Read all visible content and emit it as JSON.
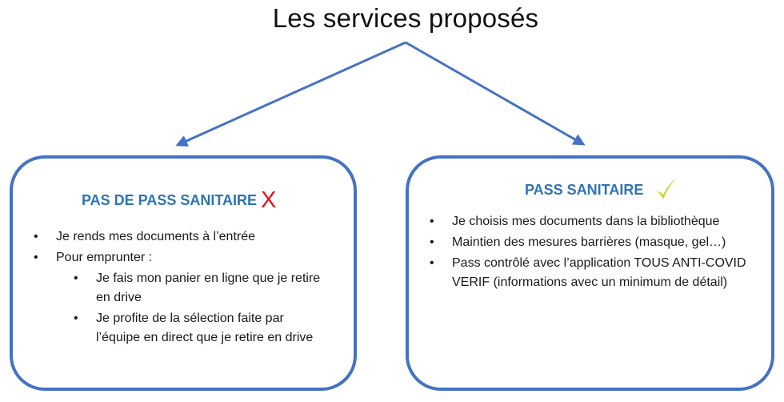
{
  "title": "Les services proposés",
  "colors": {
    "accent_blue": "#4472c4",
    "heading_blue": "#2e74b5",
    "x_red": "#e8101a",
    "check_green": "#c6d83a"
  },
  "left_box": {
    "heading": "PAS DE PASS SANITAIRE",
    "mark": "X",
    "items": [
      "Je rends mes documents à l’entrée",
      "Pour emprunter  :"
    ],
    "sub_items": [
      "Je fais mon panier en ligne que je retire en drive",
      "Je profite de la sélection faite par l’équipe en direct que je retire en drive"
    ]
  },
  "right_box": {
    "heading": "PASS SANITAIRE",
    "mark_icon": "checkmark-icon",
    "items": [
      "Je choisis mes documents dans la bibliothèque",
      "Maintien des mesures barrières (masque, gel…)",
      "Pass contrôlé avec l’application TOUS ANTI-COVID VERIF (informations avec un minimum de détail)"
    ]
  }
}
